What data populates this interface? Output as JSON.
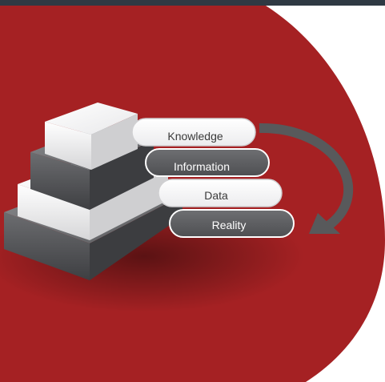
{
  "diagram": {
    "levels": [
      {
        "id": "knowledge",
        "label": "Knowledge",
        "style": "light"
      },
      {
        "id": "information",
        "label": "Information",
        "style": "dark"
      },
      {
        "id": "data",
        "label": "Data",
        "style": "light"
      },
      {
        "id": "reality",
        "label": "Reality",
        "style": "dark"
      }
    ],
    "colors": {
      "top_bar": "#2f3943",
      "background_shape": "#a52123",
      "dark_tier": "#58595b",
      "light_tier": "#e6e6e6",
      "arrow": "#58595b"
    }
  }
}
